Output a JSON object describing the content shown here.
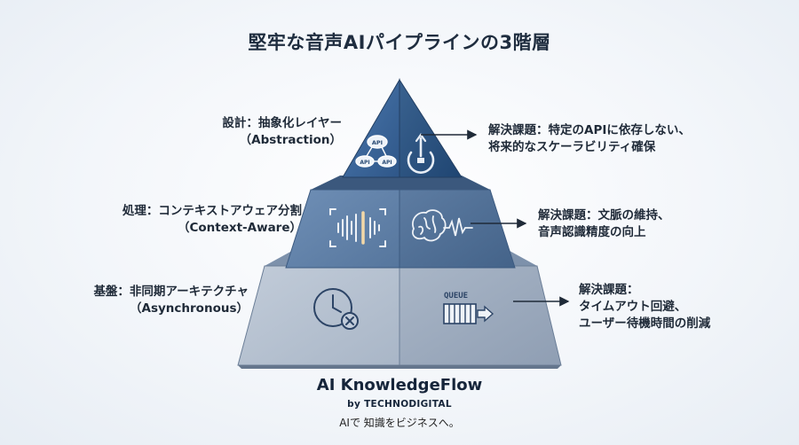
{
  "title": "堅牢な音声AIパイプラインの3階層",
  "layers": [
    {
      "id": "top",
      "left_label": "設計：抽象化レイヤー",
      "left_sub": "（Abstraction）",
      "right_label": "解決課題：特定のAPIに依存しない、",
      "right_sub": "将来的なスケーラビリティ確保",
      "icons": [
        "api-cloud-network-icon",
        "power-gear-icon"
      ],
      "icon_text": [
        "API",
        "API",
        "API"
      ],
      "color": "#3f6a9e"
    },
    {
      "id": "middle",
      "left_label": "処理：コンテキストアウェア分割",
      "left_sub": "（Context-Aware）",
      "right_label": "解決課題：文脈の維持、",
      "right_sub": "音声認識精度の向上",
      "icons": [
        "sound-wave-icon",
        "brain-wave-icon"
      ],
      "color": "#5a7ba3"
    },
    {
      "id": "bottom",
      "left_label": "基盤：非同期アーキテクチャ",
      "left_sub": "（Asynchronous）",
      "right_label": "解決課題：",
      "right_sub": "タイムアウト回避、",
      "right_sub2": "ユーザー待機時間の削減",
      "icons": [
        "clock-cancel-icon",
        "queue-icon"
      ],
      "icon_text": [
        "QUEUE"
      ],
      "color": "#a6b4c6"
    }
  ],
  "brand": {
    "name": "AI KnowledgeFlow",
    "by": "by TECHNODIGITAL",
    "tagline": "AIで 知識をビジネスへ。"
  }
}
